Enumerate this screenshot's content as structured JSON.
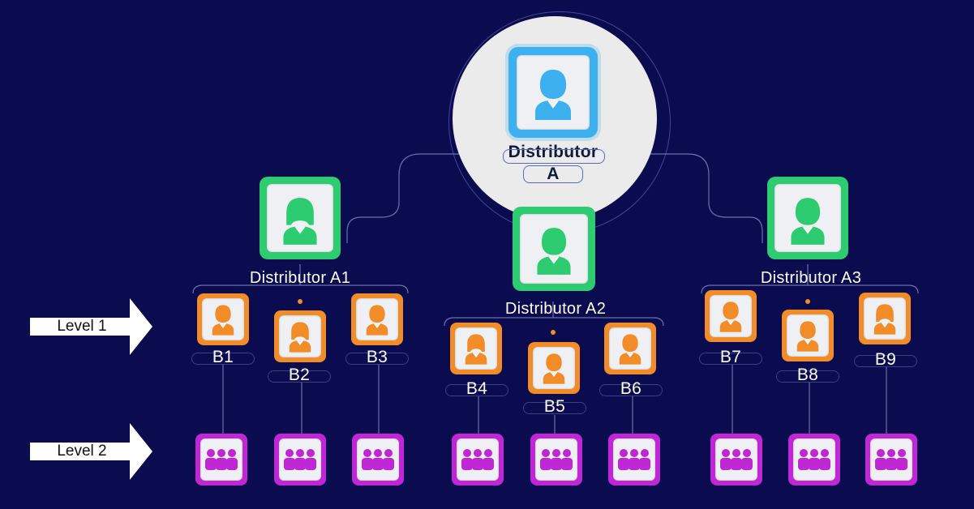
{
  "root": {
    "line1": "Distributor",
    "line2": "A"
  },
  "distributors": [
    {
      "id": "a1",
      "label": "Distributor A1"
    },
    {
      "id": "a2",
      "label": "Distributor A2"
    },
    {
      "id": "a3",
      "label": "Distributor A3"
    }
  ],
  "level1_nodes": [
    "B1",
    "B2",
    "B3",
    "B4",
    "B5",
    "B6",
    "B7",
    "B8",
    "B9"
  ],
  "levels": {
    "level1": "Level 1",
    "level2": "Level 2"
  },
  "colors": {
    "background": "#0b0b4f",
    "root": "#3db0f0",
    "distributor": "#2ecc71",
    "level1": "#f28c28",
    "level2": "#c026d3",
    "connector": "#8c95c8"
  }
}
